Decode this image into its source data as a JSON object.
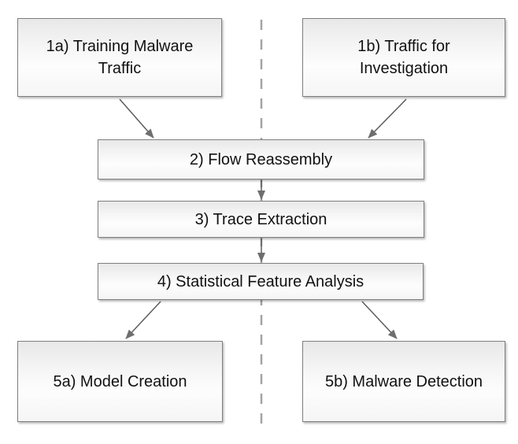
{
  "diagram": {
    "type": "flowchart",
    "background_color": "#ffffff",
    "node_border_color": "#7f7f7f",
    "node_fill_top_color": "#e8e8e8",
    "node_fill_bottom_color": "#f5f5f5",
    "node_text_color": "#111111",
    "arrow_color": "#5c5c5c",
    "divider_color": "#a3a3a3",
    "divider_style": "vertical-dashed",
    "nodes": {
      "n1a": {
        "label": "1a) Training Malware\nTraffic"
      },
      "n1b": {
        "label": "1b) Traffic for\nInvestigation"
      },
      "n2": {
        "label": "2) Flow Reassembly"
      },
      "n3": {
        "label": "3) Trace Extraction"
      },
      "n4": {
        "label": "4) Statistical Feature Analysis"
      },
      "n5a": {
        "label": "5a) Model Creation"
      },
      "n5b": {
        "label": "5b) Malware Detection"
      }
    },
    "edges": [
      {
        "from": "1a",
        "to": "2"
      },
      {
        "from": "1b",
        "to": "2"
      },
      {
        "from": "2",
        "to": "3"
      },
      {
        "from": "3",
        "to": "4"
      },
      {
        "from": "4",
        "to": "5a"
      },
      {
        "from": "4",
        "to": "5b"
      }
    ]
  }
}
